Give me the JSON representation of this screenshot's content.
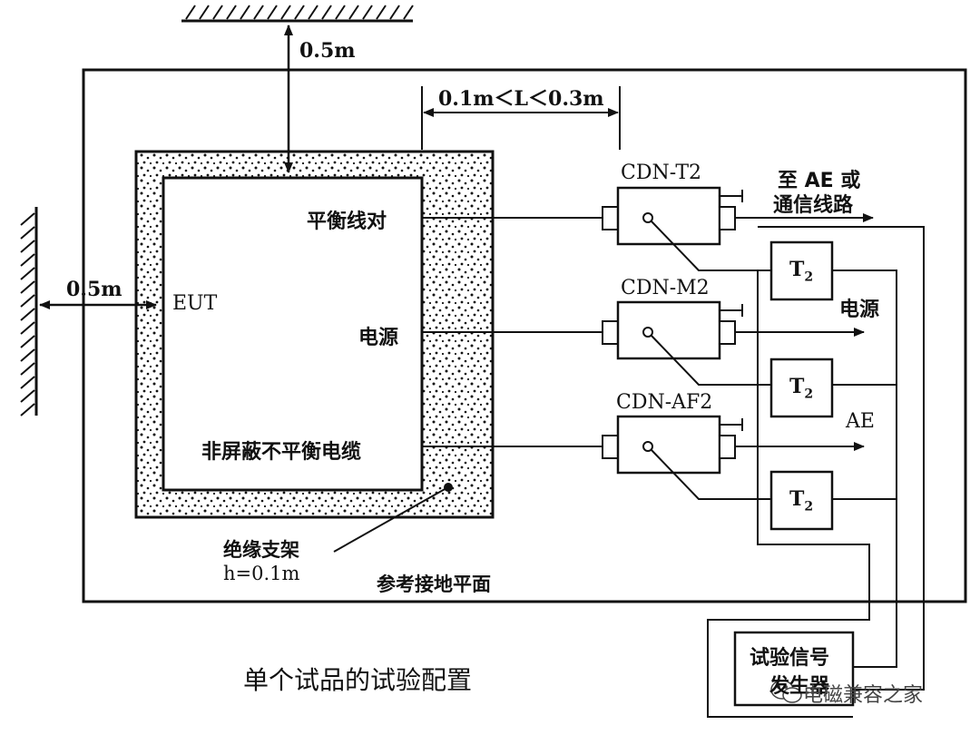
{
  "labels": {
    "top_distance": "0.5m",
    "left_distance": "0.5m",
    "length_range": "0.1m＜L＜0.3m",
    "eut": "EUT",
    "balanced_pair": "平衡线对",
    "power_left": "电源",
    "unshielded_cable": "非屏蔽不平衡电缆",
    "insulating_support": "绝缘支架",
    "support_height": "h=0.1m",
    "reference_ground_plane": "参考接地平面",
    "figure_caption": "单个试品的试验配置",
    "cdn_t2": "CDN-T2",
    "cdn_m2": "CDN-M2",
    "cdn_af2": "CDN-AF2",
    "to_ae_line1": "至 AE 或",
    "to_ae_line2": "通信线路",
    "power_right": "电源",
    "ae": "AE",
    "t2_main": "T",
    "t2_sub": "2",
    "generator_line1": "试验信号",
    "generator_line2": "发生器",
    "watermark": "电磁兼容之家"
  },
  "colors": {
    "line": "#111111",
    "background": "#ffffff",
    "watermark": "#444444"
  }
}
